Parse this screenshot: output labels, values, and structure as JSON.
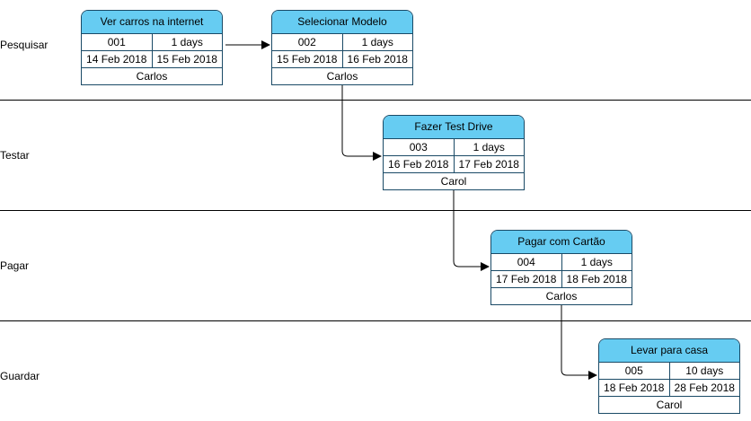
{
  "lanes": [
    "Pesquisar",
    "Testar",
    "Pagar",
    "Guardar"
  ],
  "tasks": [
    {
      "title": "Ver carros na internet",
      "id": "001",
      "duration": "1 days",
      "start": "14 Feb 2018",
      "end": "15 Feb 2018",
      "owner": "Carlos"
    },
    {
      "title": "Selecionar Modelo",
      "id": "002",
      "duration": "1 days",
      "start": "15 Feb 2018",
      "end": "16 Feb 2018",
      "owner": "Carlos"
    },
    {
      "title": "Fazer Test Drive",
      "id": "003",
      "duration": "1 days",
      "start": "16 Feb 2018",
      "end": "17 Feb 2018",
      "owner": "Carol"
    },
    {
      "title": "Pagar com Cartão",
      "id": "004",
      "duration": "1 days",
      "start": "17 Feb 2018",
      "end": "18 Feb 2018",
      "owner": "Carlos"
    },
    {
      "title": "Levar para casa",
      "id": "005",
      "duration": "10 days",
      "start": "18 Feb 2018",
      "end": "28 Feb 2018",
      "owner": "Carol"
    }
  ],
  "colors": {
    "header_fill": "#66ccf2",
    "border": "#1a4a66"
  }
}
